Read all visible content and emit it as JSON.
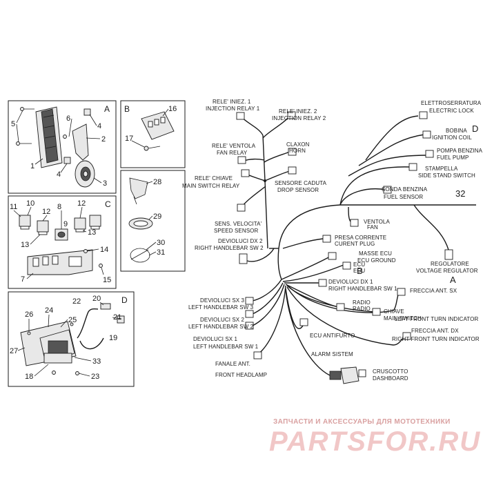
{
  "panels": {
    "A": {
      "label": "A",
      "numbers": [
        "5",
        "6",
        "4",
        "2",
        "1",
        "4",
        "3"
      ]
    },
    "B": {
      "label": "B",
      "numbers": [
        "16",
        "17"
      ]
    },
    "B2": {
      "numbers": [
        "28",
        "29",
        "30",
        "31"
      ]
    },
    "C": {
      "label": "C",
      "numbers": [
        "11",
        "10",
        "12",
        "8",
        "12",
        "13",
        "9",
        "13",
        "14",
        "7",
        "15"
      ]
    },
    "D": {
      "label": "D",
      "numbers": [
        "22",
        "20",
        "26",
        "24",
        "25",
        "27",
        "21",
        "19",
        "33",
        "18",
        "23"
      ]
    }
  },
  "wiring": {
    "labels": [
      {
        "it": "RELE' INIEZ. 1",
        "en": "INJECTION RELAY 1"
      },
      {
        "it": "RELE' INIEZ. 2",
        "en": "INJECTION RELAY 2"
      },
      {
        "it": "RELE' VENTOLA",
        "en": "FAN RELAY"
      },
      {
        "it": "CLAXON",
        "en": "HORN"
      },
      {
        "it": "RELE' CHIAVE",
        "en": "MAIN SWITCH RELAY"
      },
      {
        "it": "SENSORE CADUTA",
        "en": "DROP SENSOR"
      },
      {
        "it": "SENS. VELOCITA'",
        "en": "SPEED SENSOR"
      },
      {
        "it": "DEVIOLUCI DX 2",
        "en": "RIGHT HANDLEBAR SW 2"
      },
      {
        "it": "DEVIOLUCI SX 3",
        "en": "LEFT HANDLEBAR SW 3"
      },
      {
        "it": "DEVIOLUCI SX 2",
        "en": "LEFT HANDLEBAR SW 2"
      },
      {
        "it": "DEVIOLUCI SX 1",
        "en": "LEFT HANDLEBAR SW 1"
      },
      {
        "it": "FANALE ANT.",
        "en": "FRONT HEADLAMP"
      },
      {
        "it": "ELETTROSERRATURA",
        "en": "ELECTRIC LOCK"
      },
      {
        "it": "BOBINA",
        "en": "IGNITION COIL"
      },
      {
        "it": "POMPA BENZINA",
        "en": "FUEL PUMP"
      },
      {
        "it": "STAMPELLA",
        "en": "SIDE STAND SWITCH"
      },
      {
        "it": "SONDA BENZINA",
        "en": "FUEL SENSOR"
      },
      {
        "it": "VENTOLA",
        "en": "FAN"
      },
      {
        "it": "PRESA CORRENTE",
        "en": "CURENT PLUG"
      },
      {
        "it": "MASSE ECU",
        "en": "ECU GROUND"
      },
      {
        "it": "ECU",
        "en": "ECU"
      },
      {
        "it": "REGOLATORE",
        "en": "VOLTAGE REGULATOR"
      },
      {
        "it": "DEVIOLUCI DX 1",
        "en": "RIGHT HANDLEBAR SW 1"
      },
      {
        "it": "RADIO",
        "en": "RADIO"
      },
      {
        "it": "FRECCIA ANT. SX",
        "en": "LEFT FRONT TURN INDICATOR"
      },
      {
        "it": "CHIAVE",
        "en": "MAIN SWITCH"
      },
      {
        "it": "FRECCIA ANT. DX",
        "en": "RIGHT FRONT TURN INDICATOR"
      },
      {
        "it": "ECU ANTIFURTO",
        "en": "ALARM SISTEM"
      },
      {
        "it": "CRUSCOTTO",
        "en": "DASHBOARD"
      }
    ],
    "ref_32": "32",
    "ref_D": "D",
    "ref_B": "B",
    "ref_A": "A"
  },
  "watermark": {
    "tagline": "ЗАПЧАСТИ И АКСЕССУАРЫ ДЛЯ МОТОТЕХНИКИ",
    "logo": "PARTSFOR.RU"
  }
}
